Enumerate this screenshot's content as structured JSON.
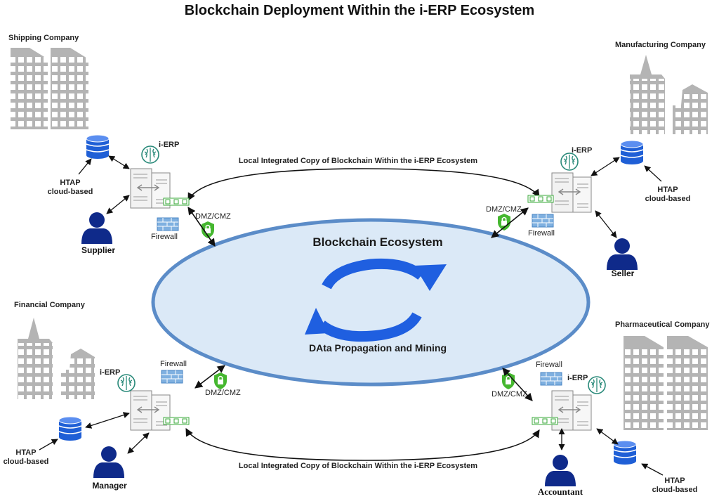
{
  "title": "Blockchain Deployment Within the i-ERP Ecosystem",
  "ecosystem": {
    "heading": "Blockchain Ecosystem",
    "subheading": "DAta Propagation and Mining"
  },
  "flows": {
    "top": "Local Integrated Copy of Blockchain Within the i-ERP Ecosystem",
    "bottom": "Local Integrated Copy of Blockchain Within the i-ERP Ecosystem"
  },
  "nodes": {
    "shipping": {
      "company": "Shipping Company",
      "erp": "i-ERP",
      "htap": [
        "HTAP",
        "cloud-based"
      ],
      "firewall": "Firewall",
      "zone": "DMZ/CMZ",
      "user": "Supplier"
    },
    "manufacturing": {
      "company": "Manufacturing Company",
      "erp": "i-ERP",
      "htap": [
        "HTAP",
        "cloud-based"
      ],
      "firewall": "Firewall",
      "zone": "DMZ/CMZ",
      "user": "Seller"
    },
    "financial": {
      "company": "Financial Company",
      "erp": "i-ERP",
      "htap": [
        "HTAP",
        "cloud-based"
      ],
      "firewall": "Firewall",
      "zone": "DMZ/CMZ",
      "user": "Manager"
    },
    "pharmaceutical": {
      "company": "Pharmaceutical Company",
      "erp": "i-ERP",
      "htap": [
        "HTAP",
        "cloud-based"
      ],
      "firewall": "Firewall",
      "zone": "DMZ/CMZ",
      "user": "Accountant"
    }
  },
  "colors": {
    "ellipse_fill": "#dbe9f7",
    "ellipse_stroke": "#5b8cc8",
    "sync_arrows": "#1f5fe0",
    "building": "#b4b4b4",
    "database": "#1f5fd6",
    "person": "#0f2a8a",
    "shield": "#45b72f",
    "port": "#3aa93a",
    "firewall": "#4a86c5"
  },
  "icons": [
    "building-icon",
    "database-icon",
    "server-icon",
    "brain-icon",
    "firewall-icon",
    "shield-lock-icon",
    "person-icon",
    "sync-arrows-icon"
  ]
}
